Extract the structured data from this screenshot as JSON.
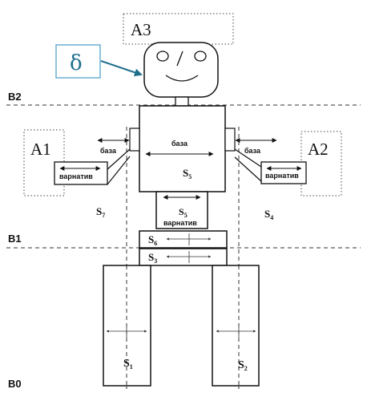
{
  "levels": {
    "b2": "B2",
    "b1": "B1",
    "b0": "B0"
  },
  "zones": {
    "a1": "A1",
    "a2": "A2",
    "a3": "A3"
  },
  "delta": {
    "symbol": "δ",
    "color": "#1f6e8c"
  },
  "labels": {
    "baza_left": "база",
    "baza_center": "база",
    "baza_right": "база",
    "variant_left": "варнатив",
    "variant_right": "варнатив",
    "variant_center": "варнатив"
  },
  "segments": {
    "s1": {
      "base": "S",
      "sub": "1"
    },
    "s2": {
      "base": "S",
      "sub": "2"
    },
    "s3": {
      "base": "S",
      "sub": "3"
    },
    "s4": {
      "base": "S",
      "sub": "4"
    },
    "s5_body": {
      "base": "S",
      "sub": "5"
    },
    "s5_waist": {
      "base": "S",
      "sub": "5"
    },
    "s6": {
      "base": "S",
      "sub": "6"
    },
    "s7": {
      "base": "S",
      "sub": "7"
    }
  }
}
